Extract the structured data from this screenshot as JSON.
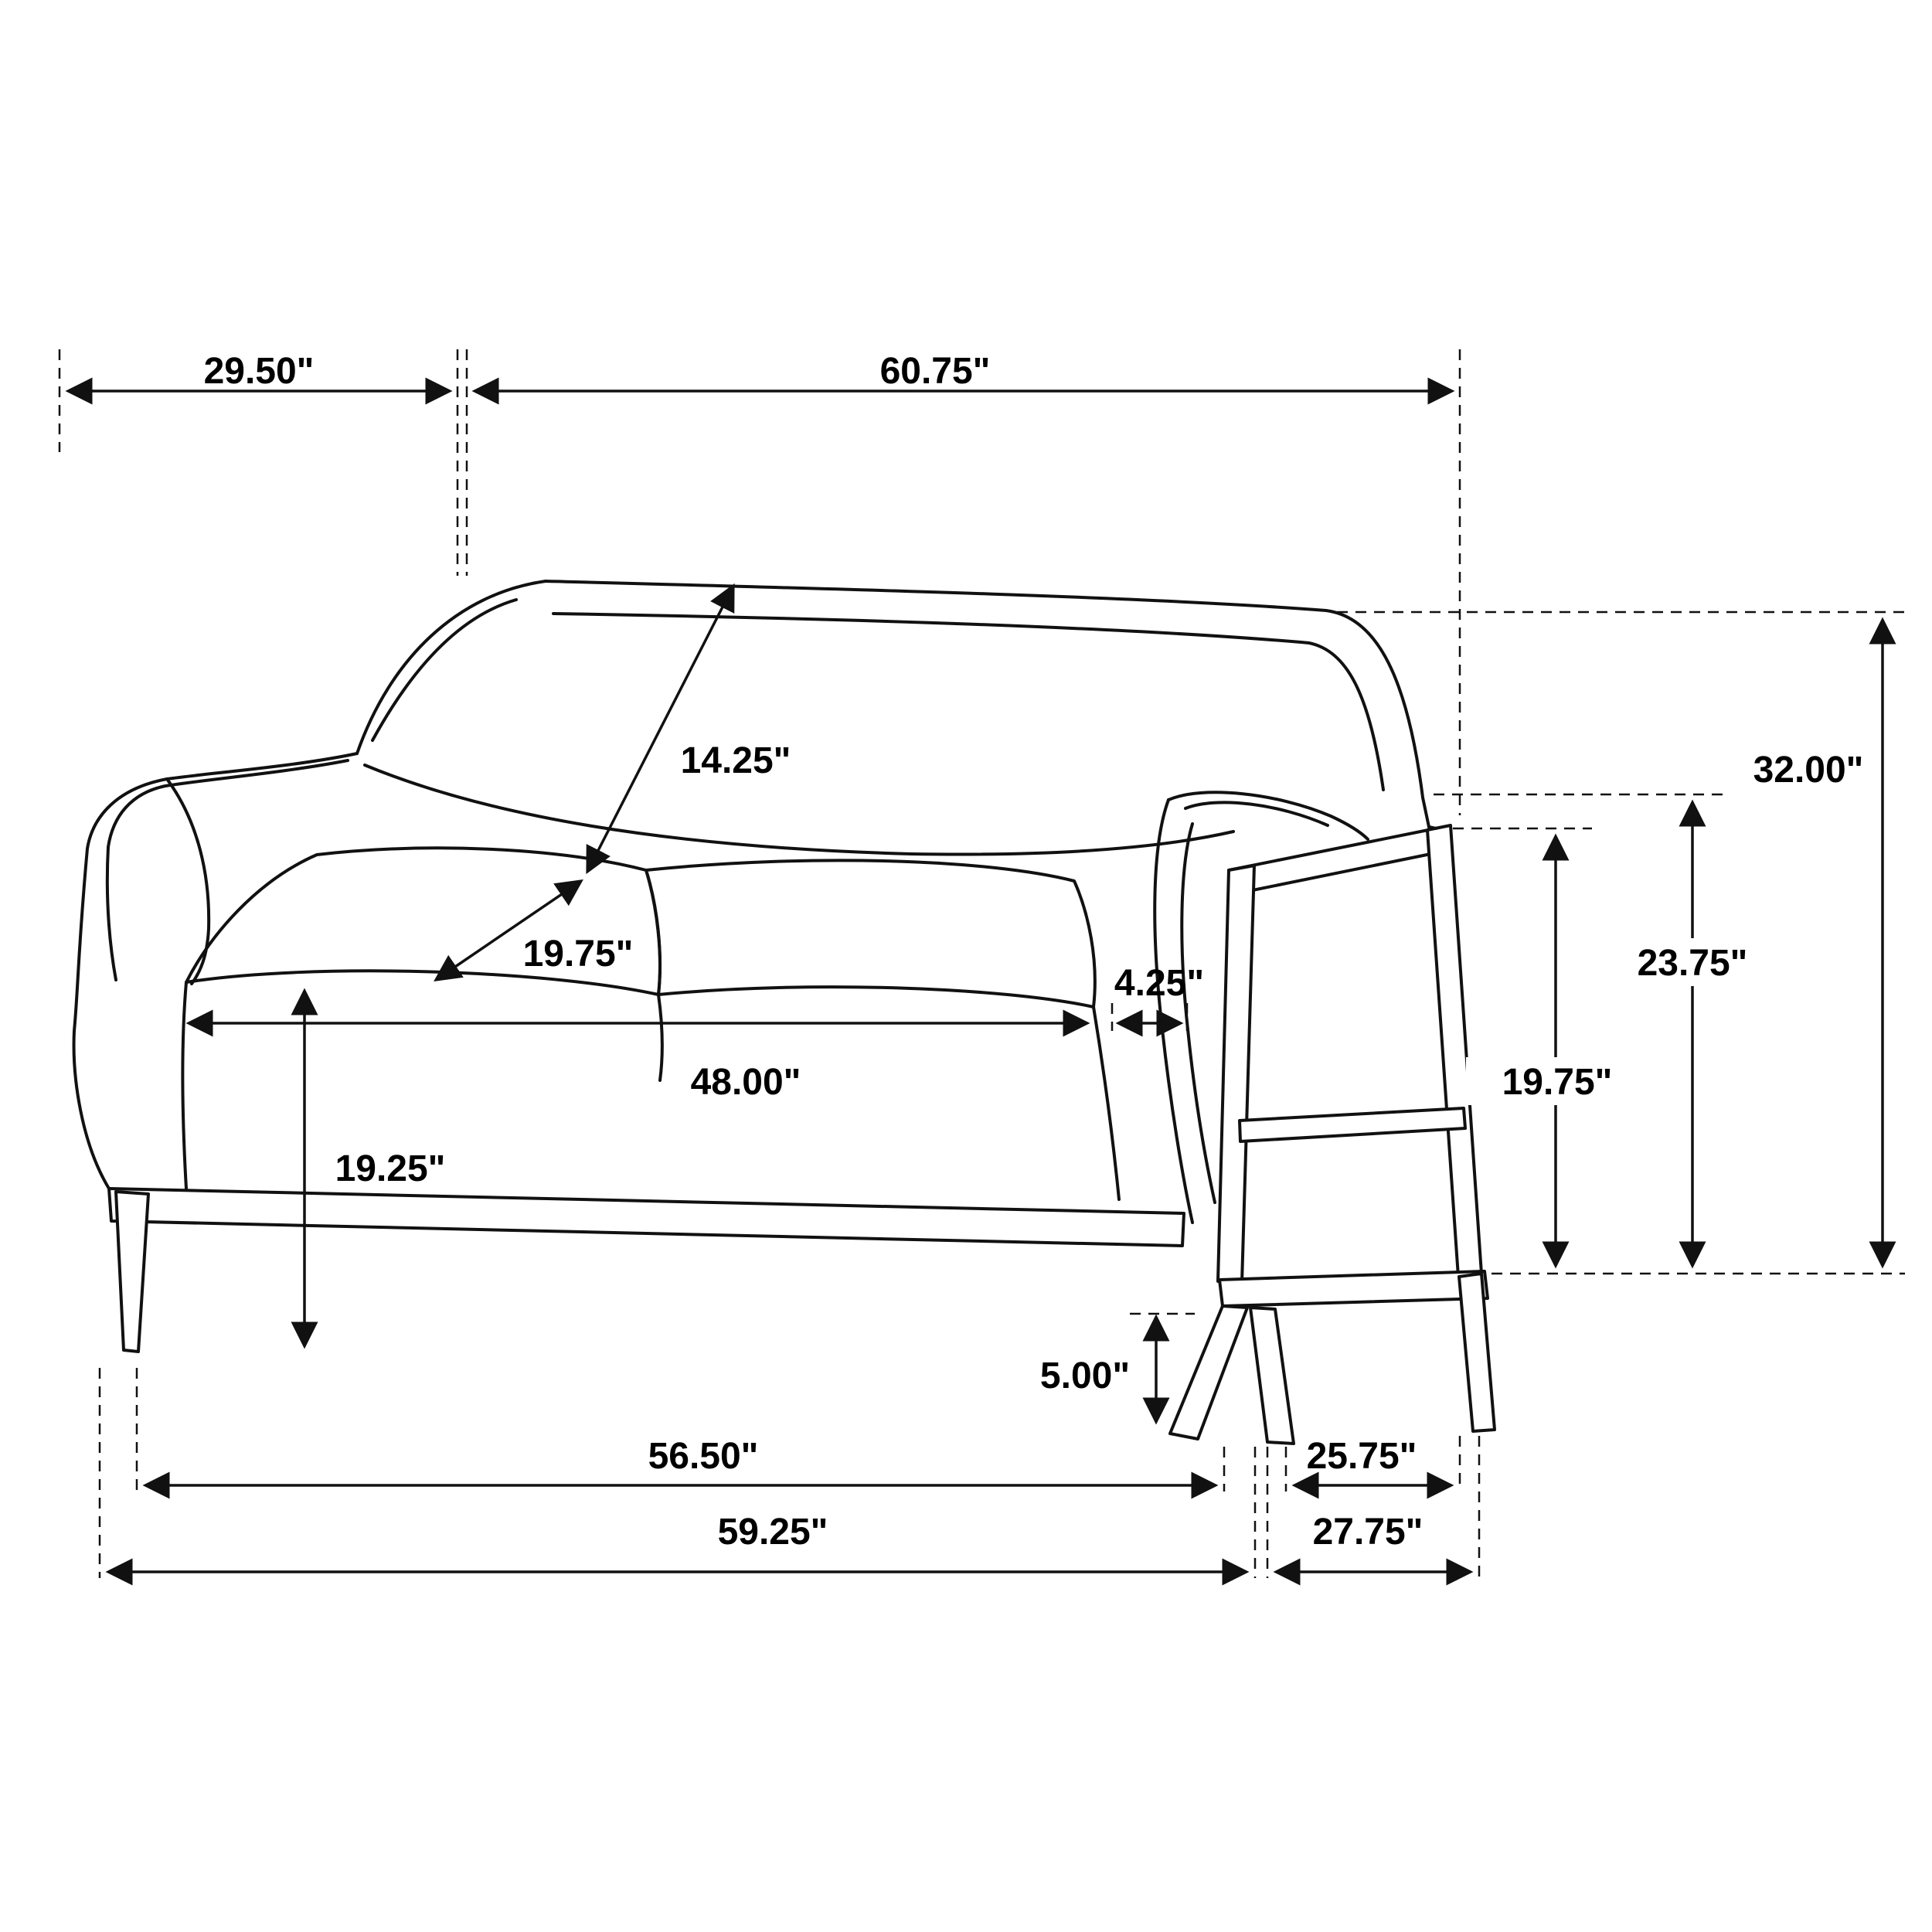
{
  "diagram": {
    "background_color": "#ffffff",
    "line_color": "#111111"
  },
  "measurements": {
    "overall_depth": "29.50\"",
    "overall_width": "60.75\"",
    "overall_height": "32.00\"",
    "arm_height": "23.75\"",
    "side_frame_height": "19.75\"",
    "back_cushion_height": "14.25\"",
    "seat_depth": "19.75\"",
    "cushion_to_arm_gap": "4.25\"",
    "seat_width": "48.00\"",
    "seat_height": "19.25\"",
    "leg_height": "5.00\"",
    "front_leg_span": "56.50\"",
    "side_leg_span": "25.75\"",
    "base_width": "59.25\"",
    "base_depth": "27.75\""
  }
}
